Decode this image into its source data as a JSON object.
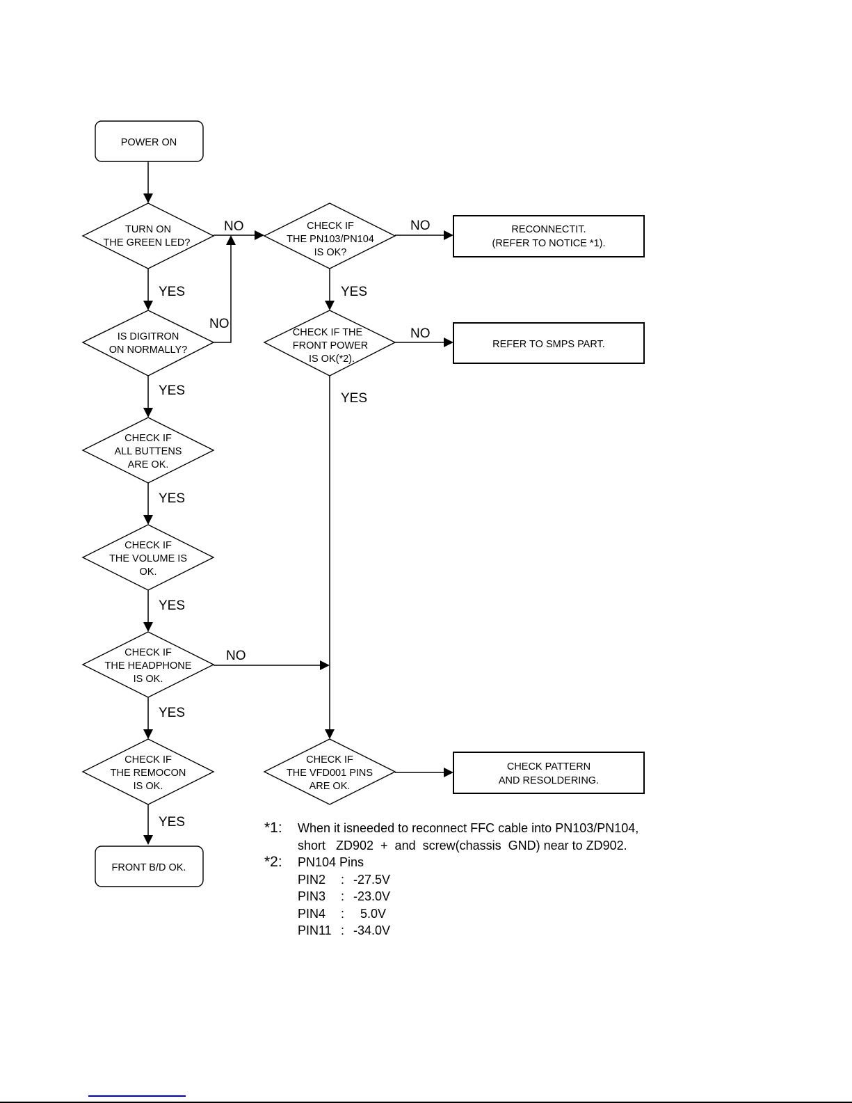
{
  "nodes": {
    "power_on": "POWER ON",
    "green_led": [
      "TURN ON",
      "THE GREEN LED?"
    ],
    "pn103": [
      "CHECK IF",
      "THE PN103/PN104",
      "IS OK?"
    ],
    "reconnect": [
      "RECONNECTIT.",
      "(REFER TO NOTICE *1)."
    ],
    "digitron": [
      "IS DIGITRON",
      "ON NORMALLY?"
    ],
    "front_power": [
      "CHECK IF THE",
      "FRONT POWER",
      "IS OK(*2)."
    ],
    "smps": "REFER TO SMPS PART.",
    "buttons": [
      "CHECK IF",
      "ALL BUTTENS",
      "ARE OK."
    ],
    "volume": [
      "CHECK IF",
      "THE  VOLUME IS",
      "OK."
    ],
    "headphone": [
      "CHECK IF",
      "THE HEADPHONE",
      "IS OK."
    ],
    "remocon": [
      "CHECK IF",
      "THE REMOCON",
      "IS OK."
    ],
    "front_bd": "FRONT B/D OK.",
    "vfd": [
      "CHECK IF",
      "THE VFD001 PINS",
      "ARE OK."
    ],
    "pattern": [
      "CHECK PATTERN",
      "AND RESOLDERING."
    ]
  },
  "labels": {
    "yes": "YES",
    "no": "NO"
  },
  "notes": {
    "note1_key": "*1:",
    "note1_line1": "When it isneeded to reconnect FFC cable into PN103/PN104,",
    "note1_line2": "short   ZD902  +  and  screw(chassis  GND) near to ZD902.",
    "note2_key": "*2:",
    "note2_title": "PN104 Pins",
    "pins": [
      {
        "name": "PIN2",
        "value": "-27.5V"
      },
      {
        "name": "PIN3",
        "value": "-23.0V"
      },
      {
        "name": "PIN4",
        "value": "  5.0V"
      },
      {
        "name": "PIN11",
        "value": "-34.0V"
      }
    ],
    "pin_separator": ":"
  },
  "colors": {
    "link_underline": "#0000c0"
  }
}
